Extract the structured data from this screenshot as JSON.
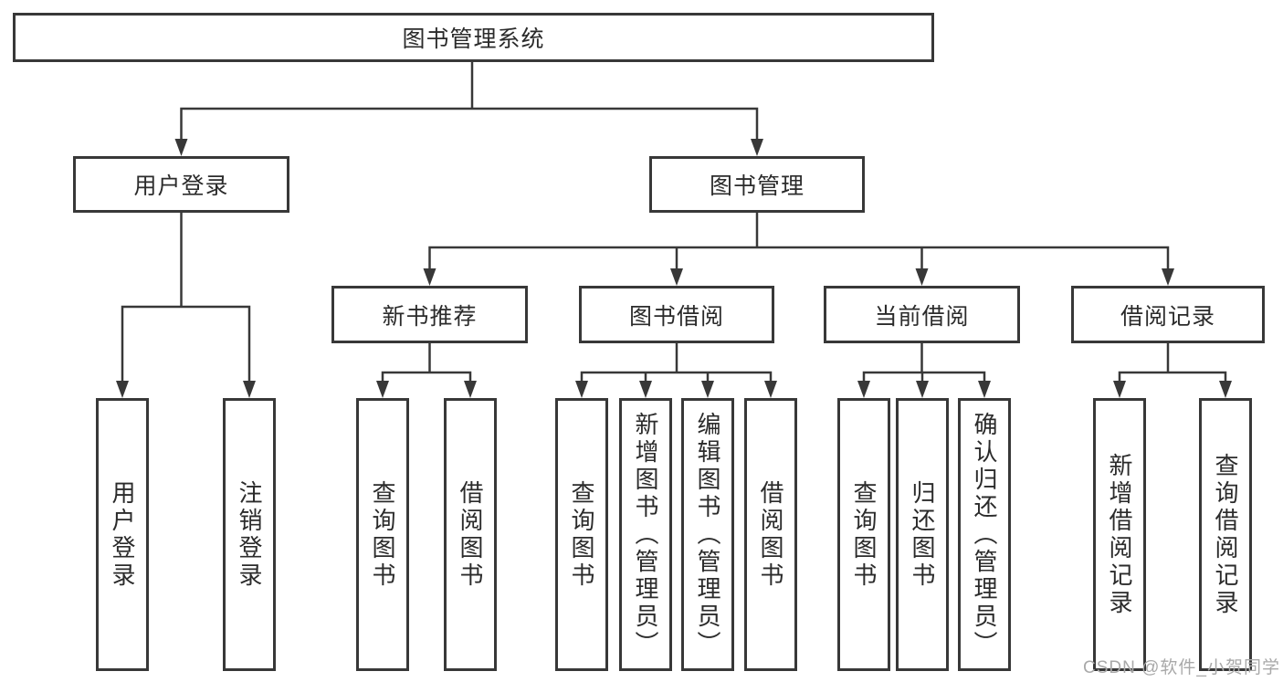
{
  "diagram_title": "图书管理系统",
  "colors": {
    "line": "#383838",
    "box_border": "#383838",
    "box_fill": "#ffffff",
    "text": "#2b2b2b",
    "watermark": "#a9a9a9",
    "background": "#ffffff"
  },
  "watermark": {
    "text": "CSDN @软件_小贺同学"
  },
  "tree": {
    "root": {
      "label": "图书管理系统",
      "children": [
        {
          "label": "用户登录",
          "children": [
            {
              "label": "用户登录"
            },
            {
              "label": "注销登录"
            }
          ]
        },
        {
          "label": "图书管理",
          "children": [
            {
              "label": "新书推荐",
              "children": [
                {
                  "label": "查询图书"
                },
                {
                  "label": "借阅图书"
                }
              ]
            },
            {
              "label": "图书借阅",
              "children": [
                {
                  "label": "查询图书"
                },
                {
                  "label": "新增图书（管理员）"
                },
                {
                  "label": "编辑图书（管理员）"
                },
                {
                  "label": "借阅图书"
                }
              ]
            },
            {
              "label": "当前借阅",
              "children": [
                {
                  "label": "查询图书"
                },
                {
                  "label": "归还图书"
                },
                {
                  "label": "确认归还（管理员）"
                }
              ]
            },
            {
              "label": "借阅记录",
              "children": [
                {
                  "label": "新增借阅记录"
                },
                {
                  "label": "查询借阅记录"
                }
              ]
            }
          ]
        }
      ]
    }
  }
}
